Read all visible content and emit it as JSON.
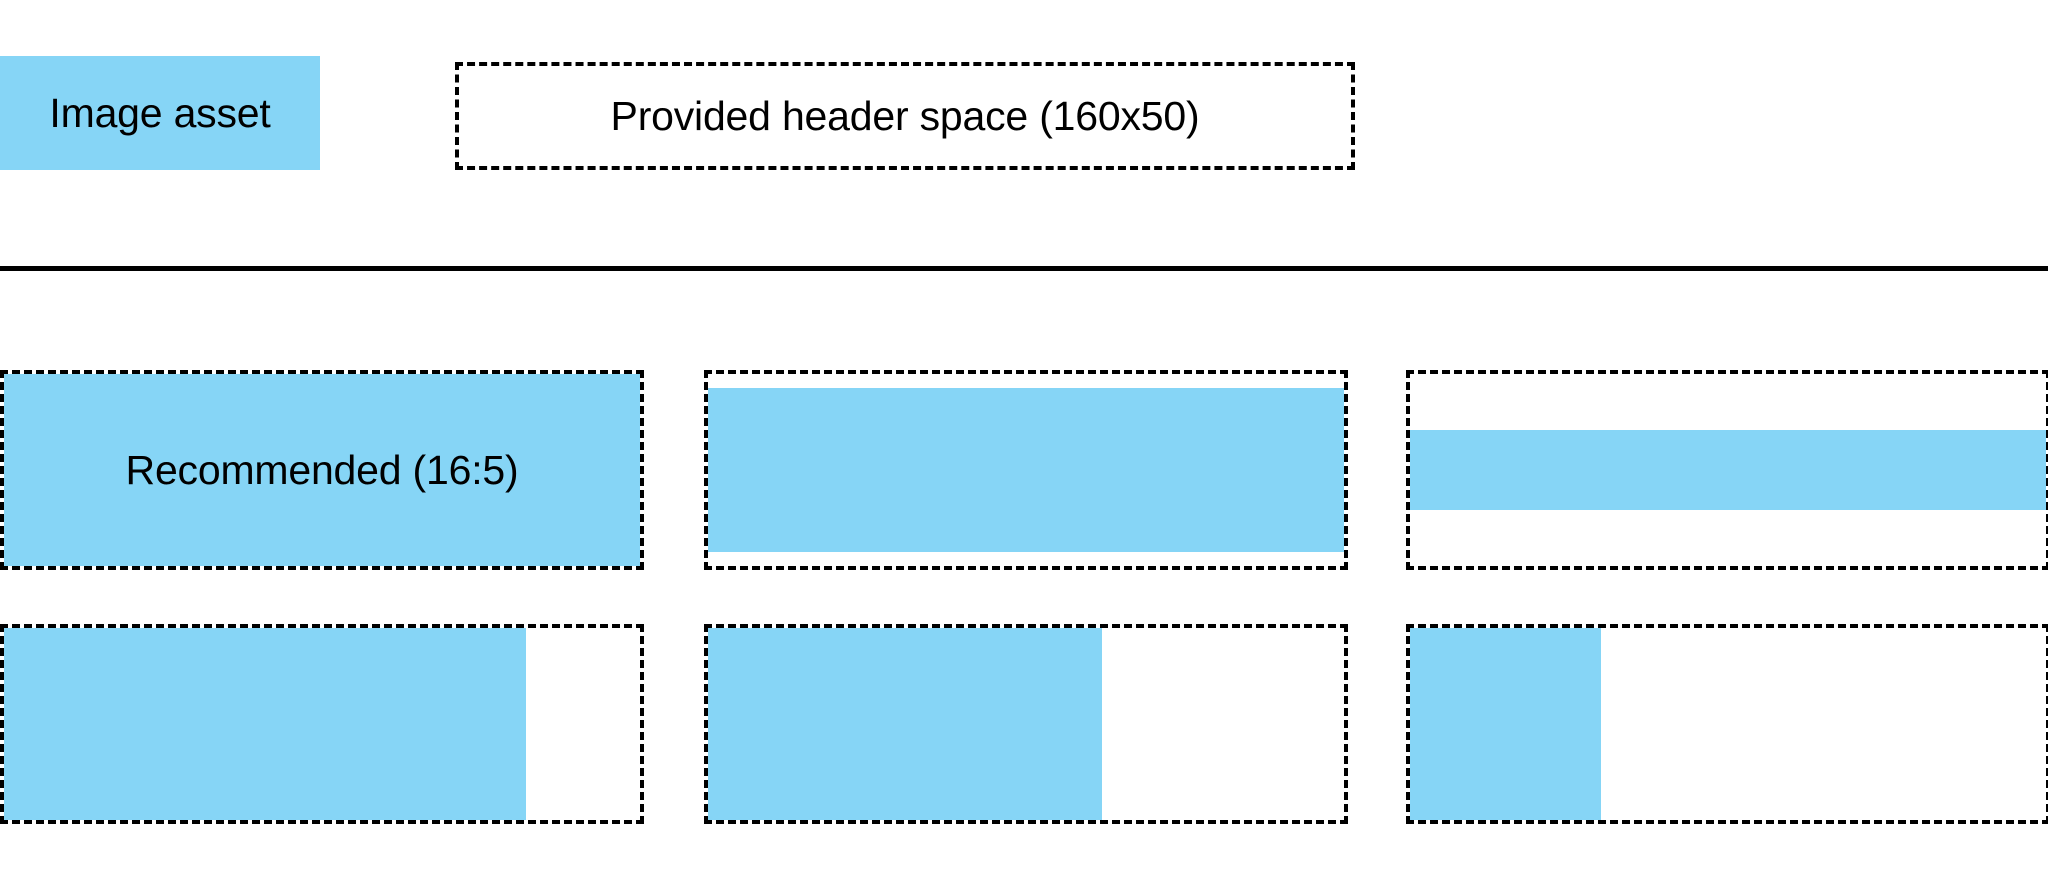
{
  "page": {
    "background_color": "#FFFFFF",
    "accent_color": "#86D5F6",
    "outline_color": "#000000"
  },
  "legend": {
    "swatch_label": "Image asset",
    "header_space_label": "Provided header space (160x50)"
  },
  "grid": {
    "cells": [
      {
        "id": "recommended-16-5",
        "label": "Recommended (16:5)",
        "fill_mode": "full",
        "row": 1,
        "column": 1
      },
      {
        "id": "row1-col2",
        "label": "",
        "fill_mode": "inset-small",
        "row": 1,
        "column": 2
      },
      {
        "id": "row1-col3",
        "label": "",
        "fill_mode": "inset-large",
        "row": 1,
        "column": 3
      },
      {
        "id": "row2-col1",
        "label": "",
        "fill_mode": "width-82",
        "row": 2,
        "column": 1
      },
      {
        "id": "row2-col2",
        "label": "",
        "fill_mode": "width-62",
        "row": 2,
        "column": 2
      },
      {
        "id": "row2-col3",
        "label": "",
        "fill_mode": "width-30",
        "row": 2,
        "column": 3
      }
    ]
  }
}
